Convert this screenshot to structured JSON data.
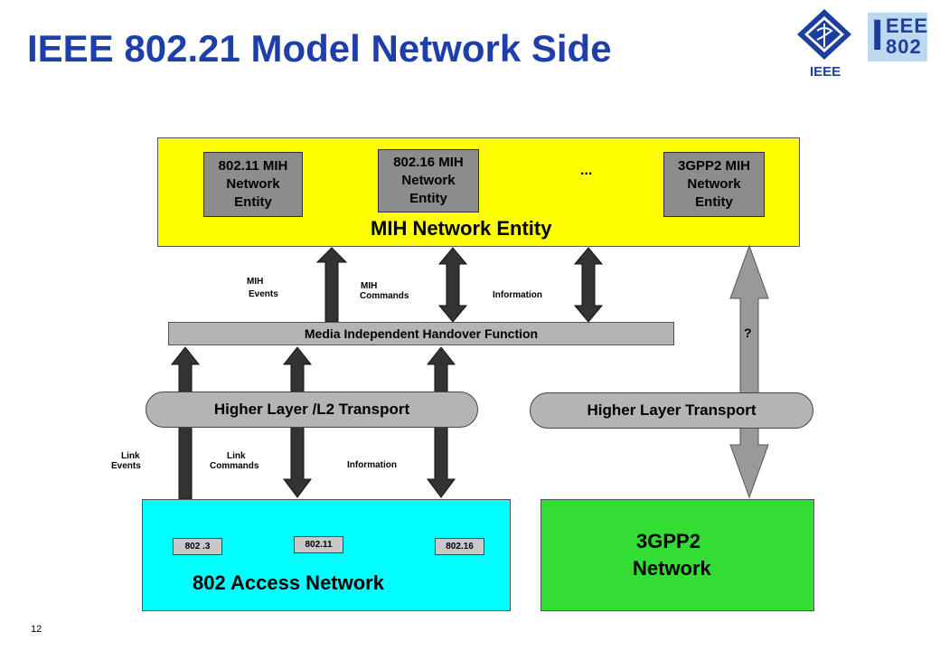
{
  "title": "IEEE 802.21 Model Network Side",
  "logos": {
    "ieee_text": "IEEE",
    "ieee802_line1": "EEE",
    "ieee802_line2": "802",
    "ieee802_initial": "I"
  },
  "mih_network_entity": {
    "label": "MIH Network Entity",
    "sub_entities": [
      {
        "line1": "802.11 MIH",
        "line2": "Network",
        "line3": "Entity"
      },
      {
        "line1": "802.16 MIH",
        "line2": "Network",
        "line3": "Entity"
      },
      {
        "line1": "3GPP2 MIH",
        "line2": "Network",
        "line3": "Entity"
      }
    ],
    "ellipsis": "..."
  },
  "upper_arrow_labels": {
    "mih_events": [
      "MIH",
      "Events"
    ],
    "mih_commands": [
      "MIH",
      "Commands"
    ],
    "information": "Information"
  },
  "mihf_label": "Media Independent Handover Function",
  "transports": {
    "left": "Higher Layer  /L2 Transport",
    "right": "Higher Layer Transport"
  },
  "lower_arrow_labels": {
    "link_events": [
      "Link",
      "Events"
    ],
    "link_commands": [
      "Link",
      "Commands"
    ],
    "information": "Information"
  },
  "access_network": {
    "label": "802  Access Network",
    "chips": [
      "802 .3",
      "802.11",
      "802.16"
    ]
  },
  "network_3gpp2": {
    "line1": "3GPP2",
    "line2": "Network"
  },
  "question_mark": "?",
  "page_number": "12",
  "colors": {
    "title": "#1f3fa8",
    "mih_entity": "#ffff00",
    "access_network": "#00ffff",
    "network_3gpp2": "#33dd33",
    "arrow_dark": "#333333",
    "arrow_light": "#999999"
  }
}
